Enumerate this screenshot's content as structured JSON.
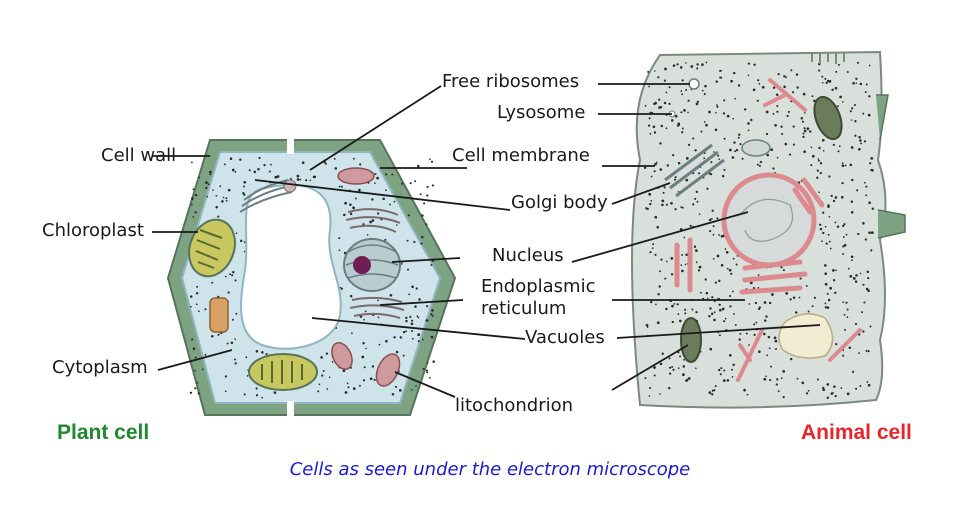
{
  "titles": {
    "plant": "Plant cell",
    "animal": "Animal cell",
    "caption": "Cells as seen under the electron microscope"
  },
  "labels": {
    "free_ribosomes": "Free ribosomes",
    "lysosome": "Lysosome",
    "cell_wall": "Cell wall",
    "cell_membrane": "Cell membrane",
    "golgi_body": "Golgi body",
    "chloroplast": "Chloroplast",
    "nucleus": "Nucleus",
    "endoplasmic_reticulum": "Endoplasmic\nreticulum",
    "vacuoles": "Vacuoles",
    "cytoplasm": "Cytoplasm",
    "mitochondrion": "litochondrion"
  },
  "colors": {
    "plant_title": "#1e8a2e",
    "animal_title": "#e8262a",
    "caption": "#1a1ad6",
    "cell_wall": "#7ea383",
    "plant_cytoplasm": "#cfe3ea",
    "animal_cytoplasm": "#d9dfda",
    "er_pink": "#dd8a8f",
    "chloroplast": "#c9c760",
    "mitochondrion": "#b86a6f"
  }
}
